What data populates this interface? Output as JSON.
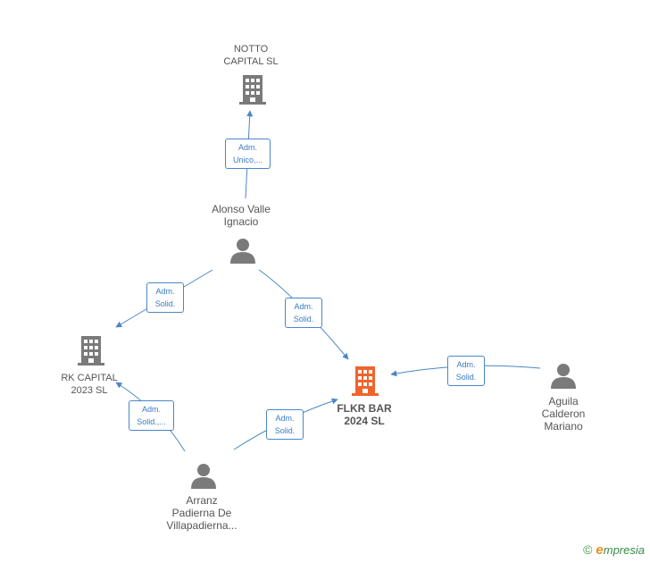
{
  "nodes": {
    "notto": {
      "name": "NOTTO\nCAPITAL  SL",
      "kind": "company"
    },
    "alonso": {
      "name": "Alonso Valle\nIgnacio",
      "kind": "person"
    },
    "rk": {
      "name": "RK CAPITAL\n2023  SL",
      "kind": "company"
    },
    "flkr": {
      "name": "FLKR BAR\n2024  SL",
      "kind": "company-main"
    },
    "aguila": {
      "name": "Aguila\nCalderon\nMariano",
      "kind": "person"
    },
    "arranz": {
      "name": "Arranz\nPadierna De\nVillapadierna...",
      "kind": "person"
    }
  },
  "edges": {
    "alonso_notto": "Adm.\nUnico,...",
    "alonso_rk": "Adm.\nSolid.",
    "alonso_flkr": "Adm.\nSolid.",
    "aguila_flkr": "Adm.\nSolid.",
    "arranz_rk": "Adm.\nSolid.,...",
    "arranz_flkr": "Adm.\nSolid."
  },
  "colors": {
    "edge": "#4a86c8",
    "company": "#7a7a7a",
    "company_main": "#f0642c",
    "person": "#7a7a7a"
  },
  "icons": {
    "company": "building-icon",
    "person": "person-icon"
  },
  "brand": {
    "copyright": "©",
    "initial": "e",
    "rest": "mpresia"
  }
}
